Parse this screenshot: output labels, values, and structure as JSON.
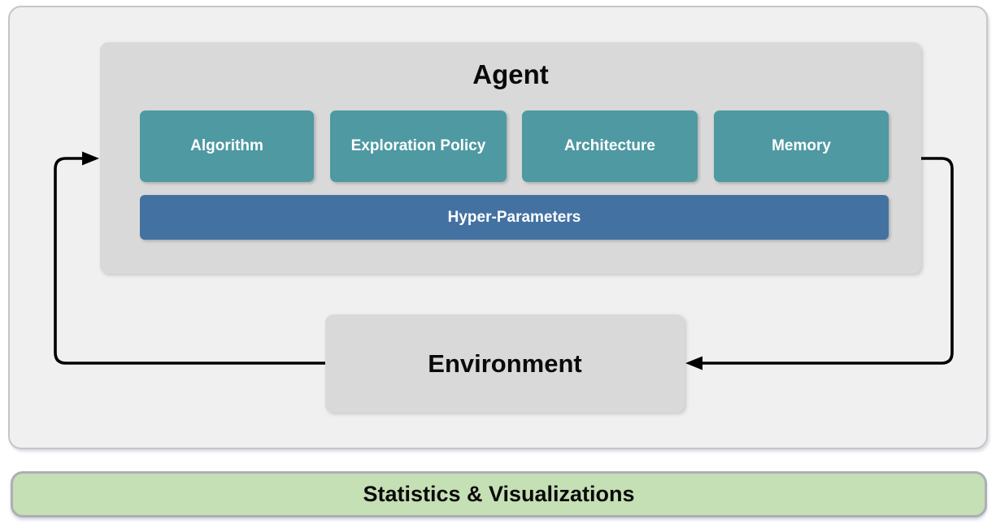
{
  "diagram": {
    "agent": {
      "title": "Agent",
      "components": [
        "Algorithm",
        "Exploration Policy",
        "Architecture",
        "Memory"
      ],
      "hyper_parameters_label": "Hyper-Parameters"
    },
    "environment": {
      "title": "Environment"
    },
    "footer": {
      "label": "Statistics & Visualizations"
    },
    "arrows": [
      {
        "name": "environment-to-agent",
        "direction": "from Environment left side, up and into Agent left side"
      },
      {
        "name": "agent-to-environment",
        "direction": "from Agent right side, down and into Environment right side"
      }
    ],
    "colors": {
      "component_teal": "#4e99a2",
      "hyper_parameters_blue": "#4372a2",
      "panel_gray": "#d9d9d9",
      "outer_panel_gray": "#f0f0f0",
      "outer_panel_border": "#c6c6c6",
      "footer_green": "#c5e0b4",
      "footer_border": "#aeaeb6",
      "arrow_black": "#000000"
    }
  }
}
